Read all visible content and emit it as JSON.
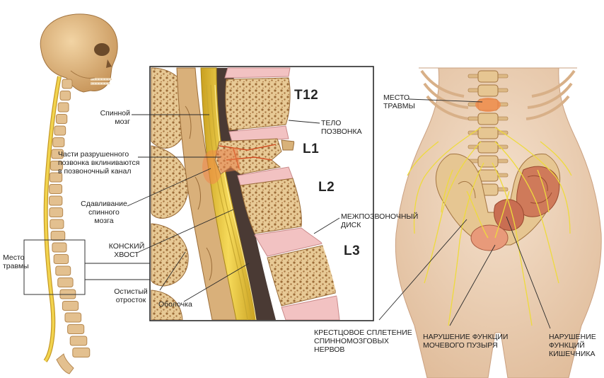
{
  "vertebrae": {
    "t12": "T12",
    "l1": "L1",
    "l2": "L2",
    "l3": "L3"
  },
  "labels": {
    "spinal_cord": "Спинной\nмозг",
    "vertebral_body": "ТЕЛО\nПОЗВОНКА",
    "fragments": "Части разрушенного\nпозвонка вклиниваются\nв позвоночный канал",
    "compression": "Сдавливание\nспинного\nмозга",
    "intervertebral_disc": "МЕЖПОЗВОНОЧНЫЙ\nДИСК",
    "cauda_equina": "КОНСКИЙ\nХВОСТ",
    "spinous_process": "Остистый\nотросток",
    "membrane": "Оболочка",
    "injury_site_left": "Место\nтравмы",
    "injury_site_right": "МЕСТО\nТРАВМЫ",
    "sacral_plexus": "КРЕСТЦОВОЕ СПЛЕТЕНИЕ\nСПИННОМОЗГОВЫХ\nНЕРВОВ",
    "bladder_dysfunction": "НАРУШЕНИЕ ФУНКЦИИ\nМОЧЕВОГО ПУЗЫРЯ",
    "bowel_dysfunction": "НАРУШЕНИЕ\nФУНКЦИЙ\nКИШЕЧНИКА"
  },
  "colors": {
    "bone": "#e3c08f",
    "bone_dark": "#b58850",
    "cord": "#e8c33a",
    "disc": "#f0b8bb",
    "skin": "#edd2b8",
    "nerve": "#f0e04a",
    "injury": "#e86a2a"
  },
  "icons": [
    "skeleton-side-illustration",
    "spine-section-illustration",
    "pelvis-nerves-illustration"
  ]
}
